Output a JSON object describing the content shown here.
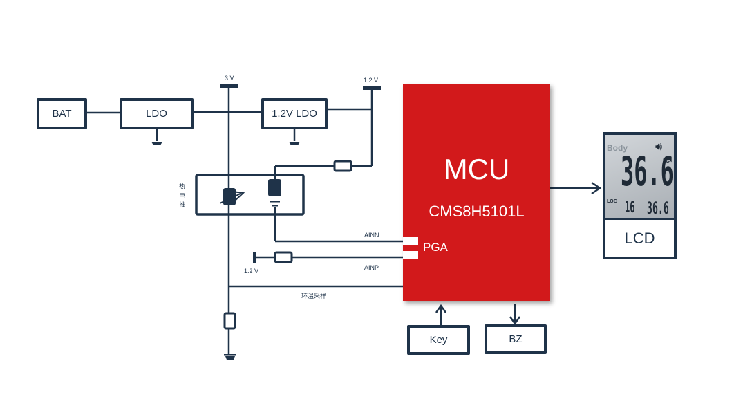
{
  "blocks": {
    "bat": "BAT",
    "ldo": "LDO",
    "ldo12": "1.2V LDO",
    "key": "Key",
    "bz": "BZ",
    "lcd": "LCD"
  },
  "rails": {
    "v3": "3 V",
    "v12_top": "1.2 V",
    "v12_ref": "1.2 V"
  },
  "sensor": {
    "label": "热电推"
  },
  "signals": {
    "ainn": "AINN",
    "ainp": "AINP",
    "ambient": "环温采样"
  },
  "mcu": {
    "title": "MCU",
    "part": "CMS8H5101L",
    "pga": "PGA",
    "color": "#d2191b"
  },
  "lcd_display": {
    "mode": "Body",
    "main_temp": "36.6",
    "unit": "°C",
    "log_label": "LOG",
    "log_index": "16",
    "log_temp": "36.6",
    "speaker_icon": "speaker-icon"
  },
  "colors": {
    "line": "#1f3349"
  }
}
